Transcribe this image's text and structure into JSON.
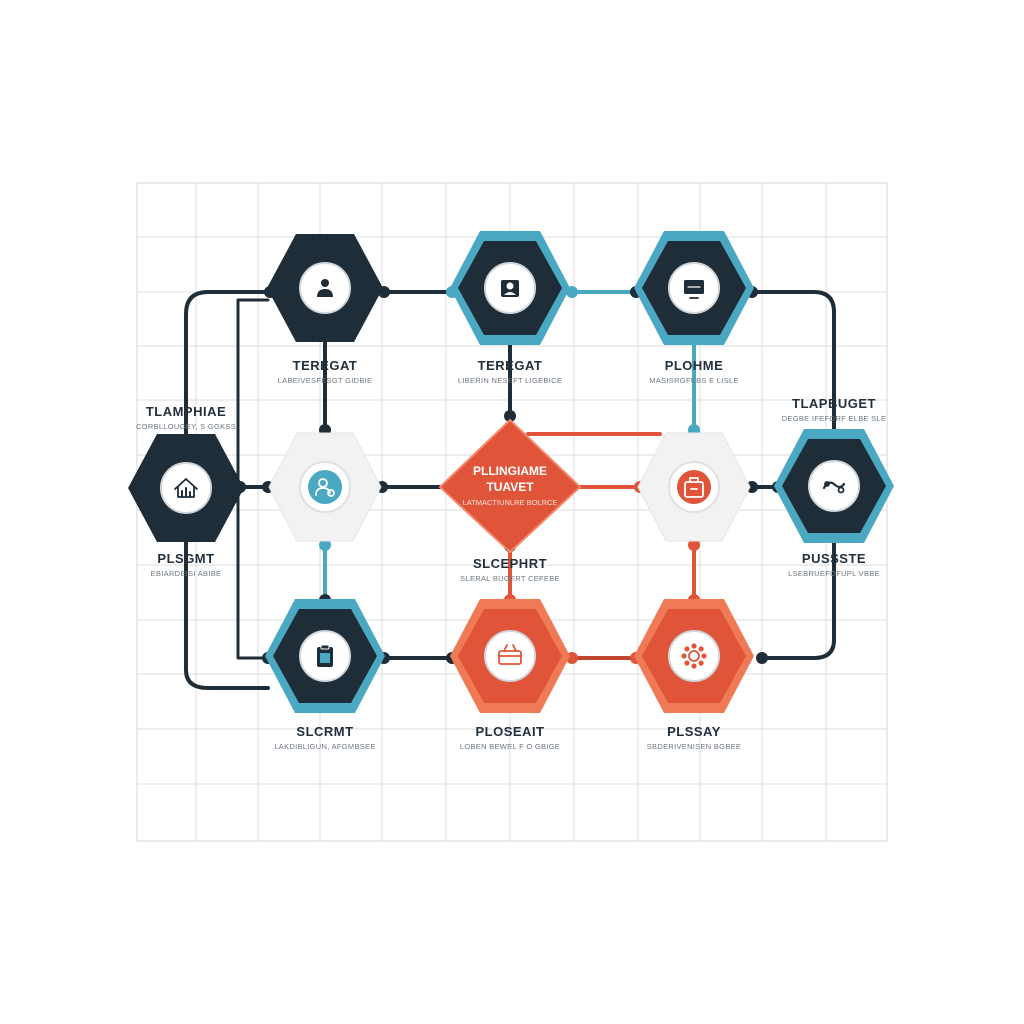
{
  "colors": {
    "dark": "#1f2d38",
    "teal": "#4aa8c2",
    "orange": "#e0553a",
    "orange_light": "#f07a55",
    "light_fill": "#f2f2f2",
    "grid": "#dcdcdc",
    "line_dark": "#1f2d38"
  },
  "nodes": {
    "top_left": {
      "title": "TEREGAT",
      "subtitle": "LABEIVESFESGT GIDBIE",
      "icon": "person-icon",
      "style": "dark"
    },
    "top_mid": {
      "title": "TEREGAT",
      "subtitle": "LIBERIN NESEFT LIGEBICE",
      "icon": "user-icon",
      "style": "dark-teal"
    },
    "top_right": {
      "title": "PLOHME",
      "subtitle": "MASISRGFEBS E LISLE",
      "icon": "monitor-icon",
      "style": "dark-teal"
    },
    "mid_left": {
      "title": "TLAMPHIAE",
      "subtitle": "CORBLLOUGEY, S GGKSS",
      "title_below": "PLSGMT",
      "subtitle_below": "EBIARDEISI ABIBE",
      "icon": "house-chart-icon",
      "style": "dark"
    },
    "mid_center_left": {
      "icon": "settings-person-icon",
      "style": "light"
    },
    "center": {
      "title_line1": "PLLINGIAME",
      "title_line2": "TUAVET",
      "subtitle": "LATMACTIUNLRE BOLRCE",
      "below_title": "SLCEPHRT",
      "below_subtitle": "SLERAL BUGERT CEFEBE"
    },
    "mid_center_right": {
      "icon": "bag-icon",
      "style": "light"
    },
    "mid_right": {
      "title": "TLAPBUGET",
      "subtitle": "DEGBE IFEFORF ELBE SLE",
      "title_below": "PUSSSTE",
      "subtitle_below": "LSEBRUEFOFUPL VBBE",
      "icon": "tools-icon",
      "style": "dark-teal"
    },
    "bottom_left": {
      "title": "SLCRMT",
      "subtitle": "LAKDIBLIGUN, AFGMBSEE",
      "icon": "clipboard-icon",
      "style": "dark-teal"
    },
    "bottom_mid": {
      "title": "PLOSEAIT",
      "subtitle": "LOBEN BEWEL F O GBIGE",
      "icon": "basket-icon",
      "style": "orange"
    },
    "bottom_right": {
      "title": "PLSSAY",
      "subtitle": "SBDERIVENISEN BGBEE",
      "icon": "gear-people-icon",
      "style": "orange"
    }
  }
}
